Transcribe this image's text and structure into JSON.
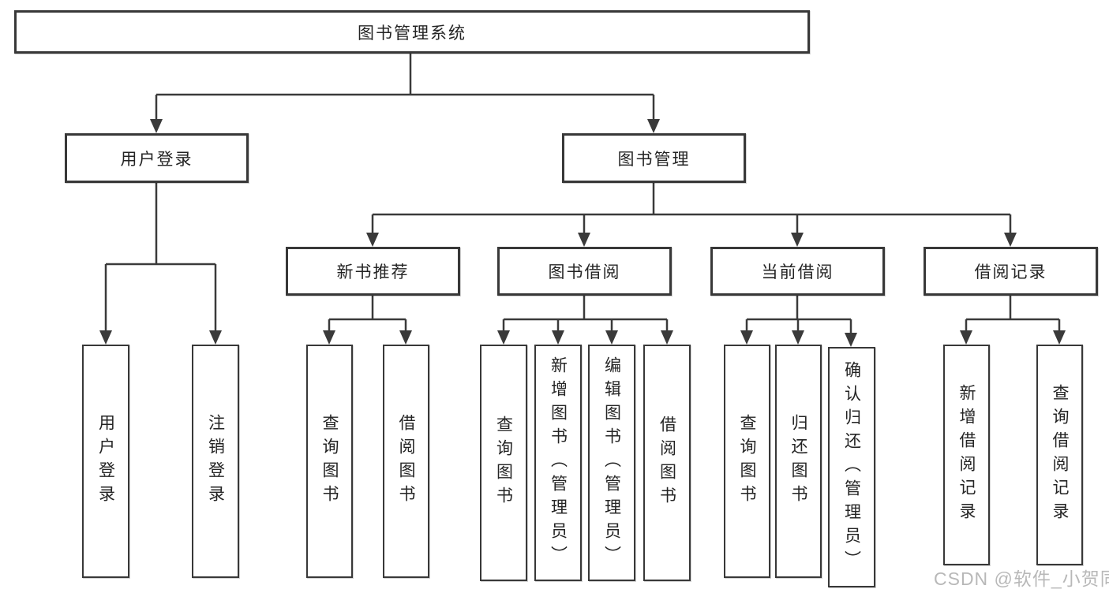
{
  "colors": {
    "line": "#3a3a3a",
    "box_border": "#383838",
    "box_background": "#ffffff",
    "text": "#242424",
    "watermark": "#b8b8b8",
    "page_background": "#ffffff"
  },
  "watermark": {
    "text": "CSDN @软件_小贺同学"
  },
  "tree": {
    "root": {
      "label": "图书管理系统"
    },
    "branches": [
      {
        "label": "用户登录",
        "children": [
          {
            "label": "用户登录"
          },
          {
            "label": "注销登录"
          }
        ]
      },
      {
        "label": "图书管理",
        "children": [
          {
            "label": "新书推荐",
            "children": [
              {
                "label": "查询图书"
              },
              {
                "label": "借阅图书"
              }
            ]
          },
          {
            "label": "图书借阅",
            "children": [
              {
                "label": "查询图书"
              },
              {
                "label": "新增图书（管理员）"
              },
              {
                "label": "编辑图书（管理员）"
              },
              {
                "label": "借阅图书"
              }
            ]
          },
          {
            "label": "当前借阅",
            "children": [
              {
                "label": "查询图书"
              },
              {
                "label": "归还图书"
              },
              {
                "label": "确认归还（管理员）"
              }
            ]
          },
          {
            "label": "借阅记录",
            "children": [
              {
                "label": "新增借阅记录"
              },
              {
                "label": "查询借阅记录"
              }
            ]
          }
        ]
      }
    ]
  }
}
